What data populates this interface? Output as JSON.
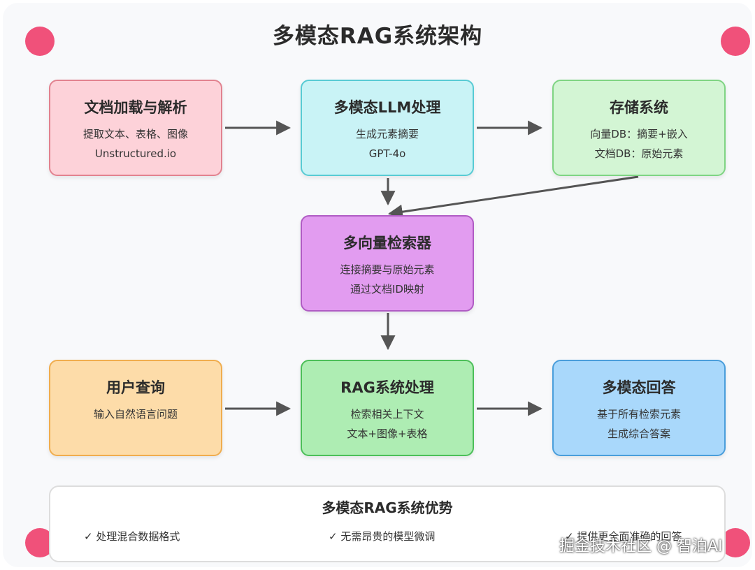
{
  "title": "多模态RAG系统架构",
  "boxes": {
    "doc_load": {
      "title": "文档加载与解析",
      "lines": [
        "提取文本、表格、图像",
        "Unstructured.io"
      ],
      "bg": "#fdd2d9",
      "border": "#e2828f"
    },
    "llm": {
      "title": "多模态LLM处理",
      "lines": [
        "生成元素摘要",
        "GPT-4o"
      ],
      "bg": "#c9f3f6",
      "border": "#58cbd4"
    },
    "storage": {
      "title": "存储系统",
      "lines": [
        "向量DB：摘要+嵌入",
        "文档DB：原始元素"
      ],
      "bg": "#d3f5d4",
      "border": "#7fd483"
    },
    "retriever": {
      "title": "多向量检索器",
      "lines": [
        "连接摘要与原始元素",
        "通过文档ID映射"
      ],
      "bg": "#e29cf0",
      "border": "#b05cc4"
    },
    "query": {
      "title": "用户查询",
      "lines": [
        "输入自然语言问题"
      ],
      "bg": "#fddca9",
      "border": "#f0ad4e"
    },
    "rag": {
      "title": "RAG系统处理",
      "lines": [
        "检索相关上下文",
        "文本+图像+表格"
      ],
      "bg": "#aeedb3",
      "border": "#4cbf59"
    },
    "answer": {
      "title": "多模态回答",
      "lines": [
        "基于所有检索元素",
        "生成综合答案"
      ],
      "bg": "#a9d8fb",
      "border": "#4a9edb"
    }
  },
  "advantages": {
    "title": "多模态RAG系统优势",
    "items": [
      "✓ 处理混合数据格式",
      "✓ 无需昂贵的模型微调",
      "✓ 提供更全面准确的回答"
    ]
  },
  "watermark": "掘金技术社区 @ 智泊AI",
  "colors": {
    "arrow": "#555555",
    "corner_dot": "#f0517a"
  }
}
